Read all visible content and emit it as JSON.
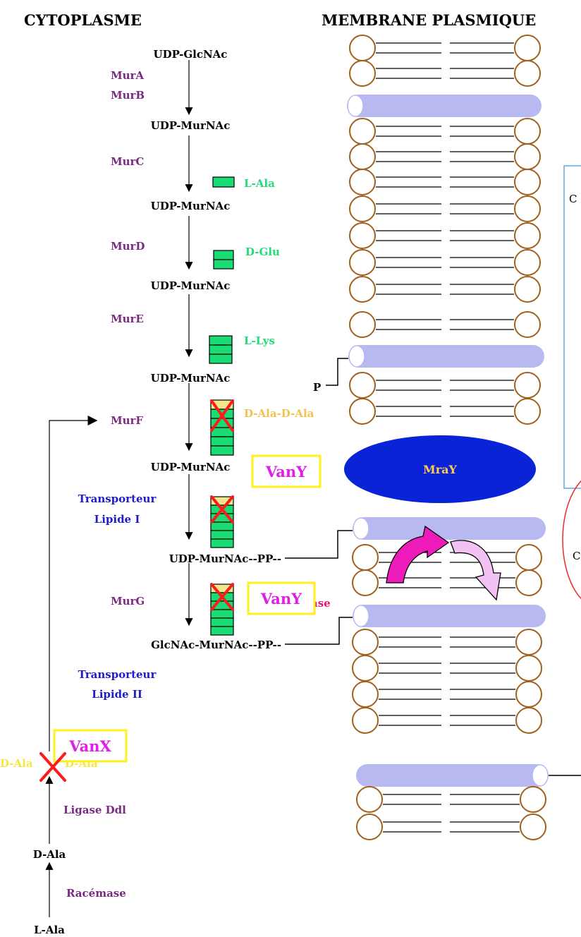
{
  "headers": {
    "cytoplasm": "CYTOPLASME",
    "membrane": "MEMBRANE PLASMIQUE"
  },
  "molecules": {
    "udp_glcnac": "UDP-GlcNAc",
    "udp_murnac_1": "UDP-MurNAc",
    "udp_murnac_2": "UDP-MurNAc",
    "udp_murnac_3": "UDP-MurNAc",
    "udp_murnac_4": "UDP-MurNAc",
    "udp_murnac_5": "UDP-MurNAc",
    "lipid1": "UDP-MurNAc--PP--",
    "lipid2": "GlcNAc-MurNAc--PP--",
    "d_ala": "D-Ala",
    "l_ala_bottom": "L-Ala",
    "p_label": "P"
  },
  "enzymes": {
    "mura": "MurA",
    "murb": "MurB",
    "murc": "MurC",
    "murd": "MurD",
    "mure": "MurE",
    "murf": "MurF",
    "murg": "MurG",
    "ligase": "Ligase Ddl",
    "racemase": "Racémase",
    "flippase": "Flippase",
    "mray": "MraY"
  },
  "transporters": {
    "t1_line1": "Transporteur",
    "t1_line2": "Lipide I",
    "t2_line1": "Transporteur",
    "t2_line2": "Lipide II"
  },
  "amino_acids": {
    "l_ala": "L-Ala",
    "d_glu": "D-Glu",
    "l_lys": "L-Lys",
    "d_ala_d_ala": "D-Ala-D-Ala",
    "d_ala_left": "D-Ala",
    "d_ala_right": "D-Ala"
  },
  "van_boxes": {
    "vany_1": "VanY",
    "vany_2": "VanY",
    "vanx": "VanX"
  },
  "cropped_text": {
    "c_top": "C",
    "c_bottom": "C"
  },
  "colors": {
    "lipid_head": "#a0601e",
    "helix_fill": "#b9b9f2",
    "mray_fill": "#0a23d6",
    "block_green": "#19dc74",
    "block_yellow": "#f0e68c",
    "cross_red": "#ff1a1a",
    "van_border": "#ffef1a",
    "flip_magenta": "#ee1bbb",
    "flip_pink": "#f3c1f3",
    "info_border": "#58a8ee",
    "cropped_circle": "#ee2a2a"
  }
}
